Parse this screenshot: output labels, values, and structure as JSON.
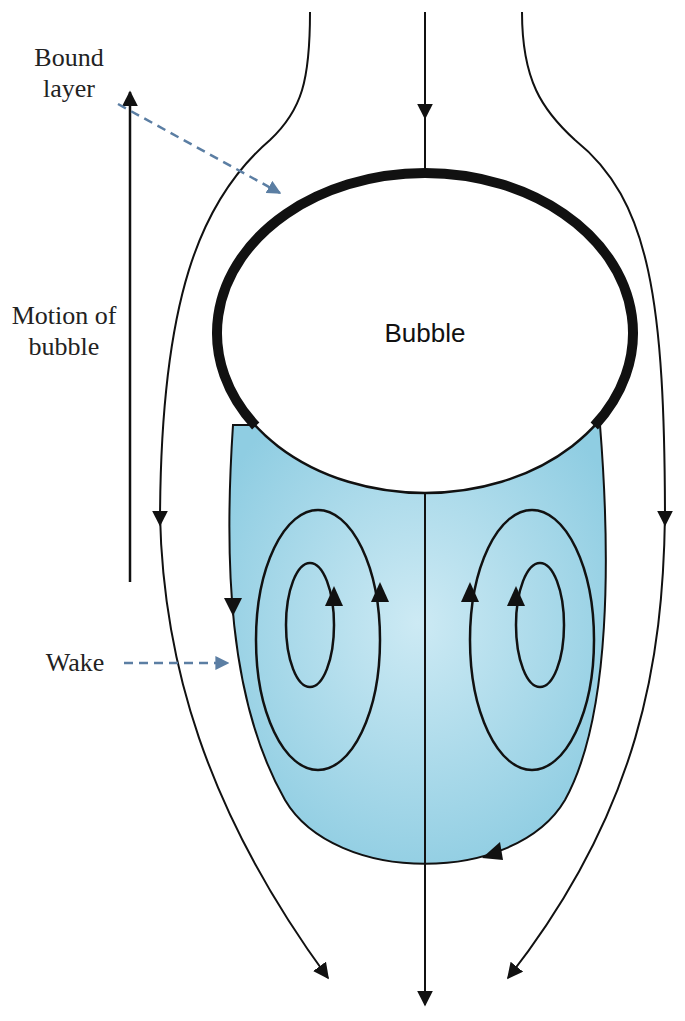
{
  "diagram": {
    "nodes": [
      {
        "text": [
          "Bubble"
        ]
      }
    ],
    "labels": [
      "Bound layer",
      "Motion of bubble",
      "Wake"
    ]
  }
}
